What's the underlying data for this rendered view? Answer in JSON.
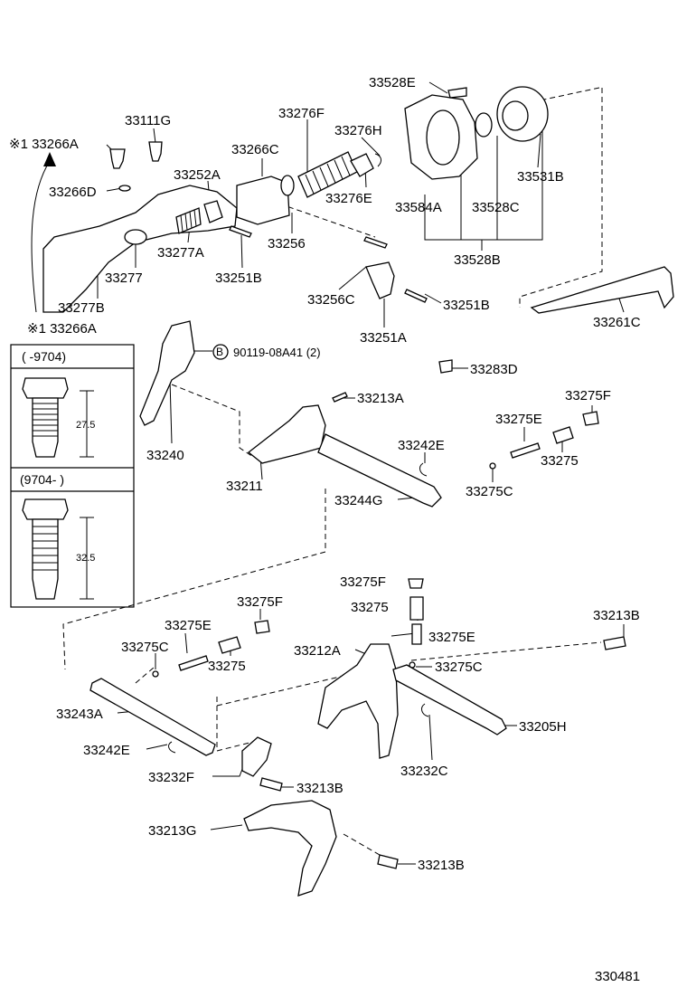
{
  "parts": [
    {
      "id": "p33528E",
      "text": "33528E"
    },
    {
      "id": "p33111G",
      "text": "33111G"
    },
    {
      "id": "p33276F",
      "text": "33276F"
    },
    {
      "id": "p33276H",
      "text": "33276H"
    },
    {
      "id": "p33266A_top",
      "text": "※1 33266A"
    },
    {
      "id": "p33266C",
      "text": "33266C"
    },
    {
      "id": "p33252A",
      "text": "33252A"
    },
    {
      "id": "p33266D",
      "text": "33266D"
    },
    {
      "id": "p33276E_top",
      "text": "33276E"
    },
    {
      "id": "p33531B",
      "text": "33531B"
    },
    {
      "id": "p33584A",
      "text": "33584A"
    },
    {
      "id": "p33528C",
      "text": "33528C"
    },
    {
      "id": "p33277A",
      "text": "33277A"
    },
    {
      "id": "p33256",
      "text": "33256"
    },
    {
      "id": "p33528B",
      "text": "33528B"
    },
    {
      "id": "p33277",
      "text": "33277"
    },
    {
      "id": "p33251B_left",
      "text": "33251B"
    },
    {
      "id": "p33277B",
      "text": "33277B"
    },
    {
      "id": "p33256C",
      "text": "33256C"
    },
    {
      "id": "p33251B_right",
      "text": "33251B"
    },
    {
      "id": "p33266A_box",
      "text": "※1 33266A"
    },
    {
      "id": "p33261C",
      "text": "33261C"
    },
    {
      "id": "p33251A",
      "text": "33251A"
    },
    {
      "id": "p90119",
      "text": "90119-08A41 (2)"
    },
    {
      "id": "p33283D",
      "text": "33283D"
    },
    {
      "id": "p33213A",
      "text": "33213A"
    },
    {
      "id": "p33275F_a",
      "text": "33275F"
    },
    {
      "id": "p33275E_a",
      "text": "33275E"
    },
    {
      "id": "p33240",
      "text": "33240"
    },
    {
      "id": "p33242E_a",
      "text": "33242E"
    },
    {
      "id": "p33275_a",
      "text": "33275"
    },
    {
      "id": "p33211",
      "text": "33211"
    },
    {
      "id": "p33275C_a",
      "text": "33275C"
    },
    {
      "id": "p33244G",
      "text": "33244G"
    },
    {
      "id": "p33275F_b",
      "text": "33275F"
    },
    {
      "id": "p33275_b",
      "text": "33275"
    },
    {
      "id": "p33275F_c",
      "text": "33275F"
    },
    {
      "id": "p33213B_a",
      "text": "33213B"
    },
    {
      "id": "p33275E_b",
      "text": "33275E"
    },
    {
      "id": "p33275E_c",
      "text": "33275E"
    },
    {
      "id": "p33275C_b",
      "text": "33275C"
    },
    {
      "id": "p33212A",
      "text": "33212A"
    },
    {
      "id": "p33275_c",
      "text": "33275"
    },
    {
      "id": "p33275C_c",
      "text": "33275C"
    },
    {
      "id": "p33243A",
      "text": "33243A"
    },
    {
      "id": "p33205H",
      "text": "33205H"
    },
    {
      "id": "p33242E_b",
      "text": "33242E"
    },
    {
      "id": "p33232C",
      "text": "33232C"
    },
    {
      "id": "p33232F",
      "text": "33232F"
    },
    {
      "id": "p33213B_b",
      "text": "33213B"
    },
    {
      "id": "p33213G",
      "text": "33213G"
    },
    {
      "id": "p33213B_c",
      "text": "33213B"
    }
  ],
  "bolt_variants": [
    {
      "range": "(      -9704)",
      "dimension": "27.5"
    },
    {
      "range": "(9704-        )",
      "dimension": "32.5"
    }
  ],
  "ref_marker": "B",
  "diagram_code": "330481"
}
